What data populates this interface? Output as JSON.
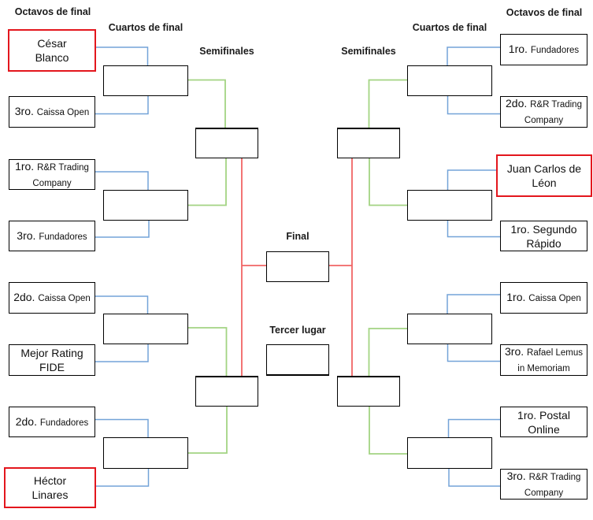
{
  "headers": {
    "octavos_left": "Octavos de final",
    "cuartos_left": "Cuartos de final",
    "semis_left": "Semifinales",
    "final": "Final",
    "tercer_lugar": "Tercer lugar",
    "semis_right": "Semifinales",
    "cuartos_right": "Cuartos de final",
    "octavos_right": "Octavos de final"
  },
  "round_of_16": {
    "left": [
      {
        "name": "César Blanco",
        "highlighted": true
      },
      {
        "rank": "3ro.",
        "name": "Caissa Open",
        "highlighted": false
      },
      {
        "rank": "1ro.",
        "name": "R&R Trading Company",
        "highlighted": false
      },
      {
        "rank": "3ro.",
        "name": "Fundadores",
        "highlighted": false
      },
      {
        "rank": "2do.",
        "name": "Caissa Open",
        "highlighted": false
      },
      {
        "name": "Mejor Rating FIDE",
        "highlighted": false
      },
      {
        "rank": "2do.",
        "name": "Fundadores",
        "highlighted": false
      },
      {
        "name": "Héctor Linares",
        "highlighted": true
      }
    ],
    "right": [
      {
        "rank": "1ro.",
        "name": "Fundadores",
        "highlighted": false
      },
      {
        "rank": "2do.",
        "name": "R&R Trading Company",
        "highlighted": false
      },
      {
        "name": "Juan Carlos de Léon",
        "highlighted": true
      },
      {
        "rank": "1ro.",
        "name": "Segundo Rápido",
        "highlighted": false
      },
      {
        "rank": "1ro.",
        "name": "Caissa Open",
        "highlighted": false
      },
      {
        "rank": "3ro.",
        "name": "Rafael Lemus in Memoriam",
        "highlighted": false
      },
      {
        "rank": "1ro.",
        "name": "Postal Online",
        "highlighted": false
      },
      {
        "rank": "3ro.",
        "name": "R&R Trading Company",
        "highlighted": false
      }
    ]
  },
  "quarterfinals": {
    "left": [
      "",
      "",
      "",
      ""
    ],
    "right": [
      "",
      "",
      "",
      ""
    ]
  },
  "semifinals": {
    "left": [
      "",
      ""
    ],
    "right": [
      "",
      ""
    ]
  },
  "final": {
    "slot": ""
  },
  "third_place": {
    "slot": ""
  },
  "colors": {
    "round_of_16_line": "#73A3D8",
    "quarterfinal_line": "#A3D483",
    "semifinal_line": "#F06464",
    "highlight_border": "#E3161D"
  }
}
